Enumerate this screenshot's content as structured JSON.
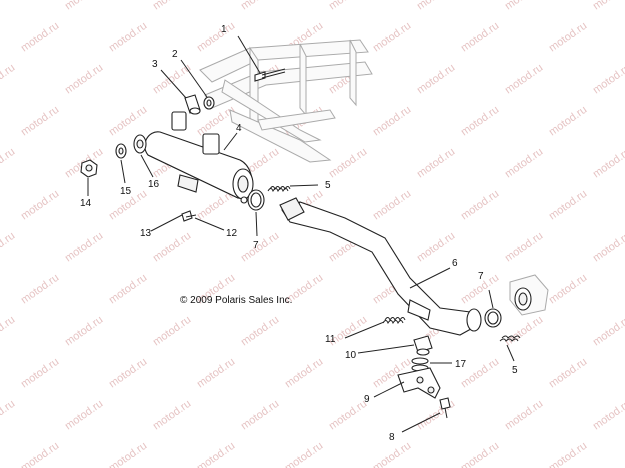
{
  "diagram": {
    "copyright": "© 2009 Polaris Sales Inc.",
    "watermark": "motod.ru",
    "callouts": [
      {
        "id": "c1",
        "label": "1"
      },
      {
        "id": "c2",
        "label": "2"
      },
      {
        "id": "c3",
        "label": "3"
      },
      {
        "id": "c4",
        "label": "4"
      },
      {
        "id": "c5a",
        "label": "5"
      },
      {
        "id": "c5b",
        "label": "5"
      },
      {
        "id": "c6",
        "label": "6"
      },
      {
        "id": "c7a",
        "label": "7"
      },
      {
        "id": "c7b",
        "label": "7"
      },
      {
        "id": "c8",
        "label": "8"
      },
      {
        "id": "c9",
        "label": "9"
      },
      {
        "id": "c10",
        "label": "10"
      },
      {
        "id": "c11",
        "label": "11"
      },
      {
        "id": "c12",
        "label": "12"
      },
      {
        "id": "c13",
        "label": "13"
      },
      {
        "id": "c14",
        "label": "14"
      },
      {
        "id": "c15",
        "label": "15"
      },
      {
        "id": "c16",
        "label": "16"
      },
      {
        "id": "c17",
        "label": "17"
      }
    ]
  }
}
